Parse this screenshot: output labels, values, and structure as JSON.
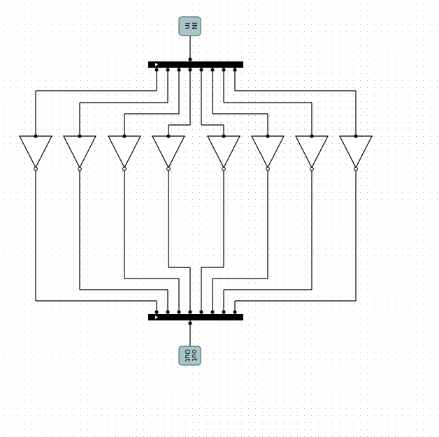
{
  "colors": {
    "background": "#ffffff",
    "grid_dot": "#b8b8b8",
    "wire": "#000000",
    "pin_fill": "#a9c4c6",
    "pin_stroke": "#3c5a5c",
    "bus_bar": "#000000"
  },
  "pins": {
    "input": {
      "label_a": "IN",
      "label_b": "In"
    },
    "output": {
      "label_a": "out",
      "label_b": "Out"
    }
  },
  "gates": {
    "type": "not-gate",
    "count": 8
  },
  "splitters": {
    "input_bits": 8,
    "output_bits": 8
  }
}
